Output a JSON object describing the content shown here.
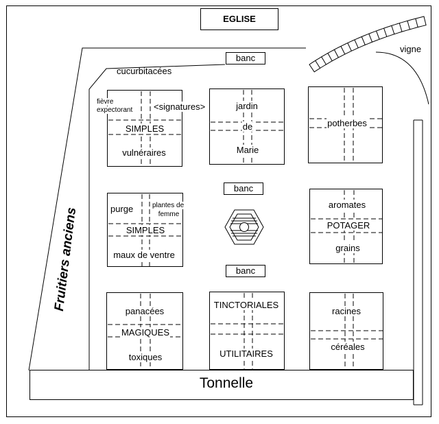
{
  "title": "EGLISE",
  "bench_label": "banc",
  "vigne": "vigne",
  "cucurbitacees": "cucurbitacées",
  "fruitiers": "Fruitiers anciens",
  "tonnelle": "Tonnelle",
  "beds": {
    "simples1": {
      "left_top": "fièvre",
      "left_bottom": "expectorant",
      "top_right": "<signatures>",
      "center": "SIMPLES",
      "bottom": "vulnéraires"
    },
    "marie": {
      "top": "jardin",
      "center": "de",
      "bottom": "Marie"
    },
    "potherbes": {
      "center": "potherbes"
    },
    "simples2": {
      "left": "purge",
      "right_top": "plantes de",
      "right_bottom": "femme",
      "center": "SIMPLES",
      "bottom": "maux de ventre"
    },
    "potager": {
      "top": "aromates",
      "center": "POTAGER",
      "bottom": "grains"
    },
    "magiques": {
      "top": "panacées",
      "center": "MAGIQUES",
      "bottom": "toxiques"
    },
    "utilitaires": {
      "top": "TINCTORIALES",
      "bottom": "UTILITAIRES"
    },
    "racines": {
      "top": "racines",
      "bottom": "céréales"
    }
  }
}
